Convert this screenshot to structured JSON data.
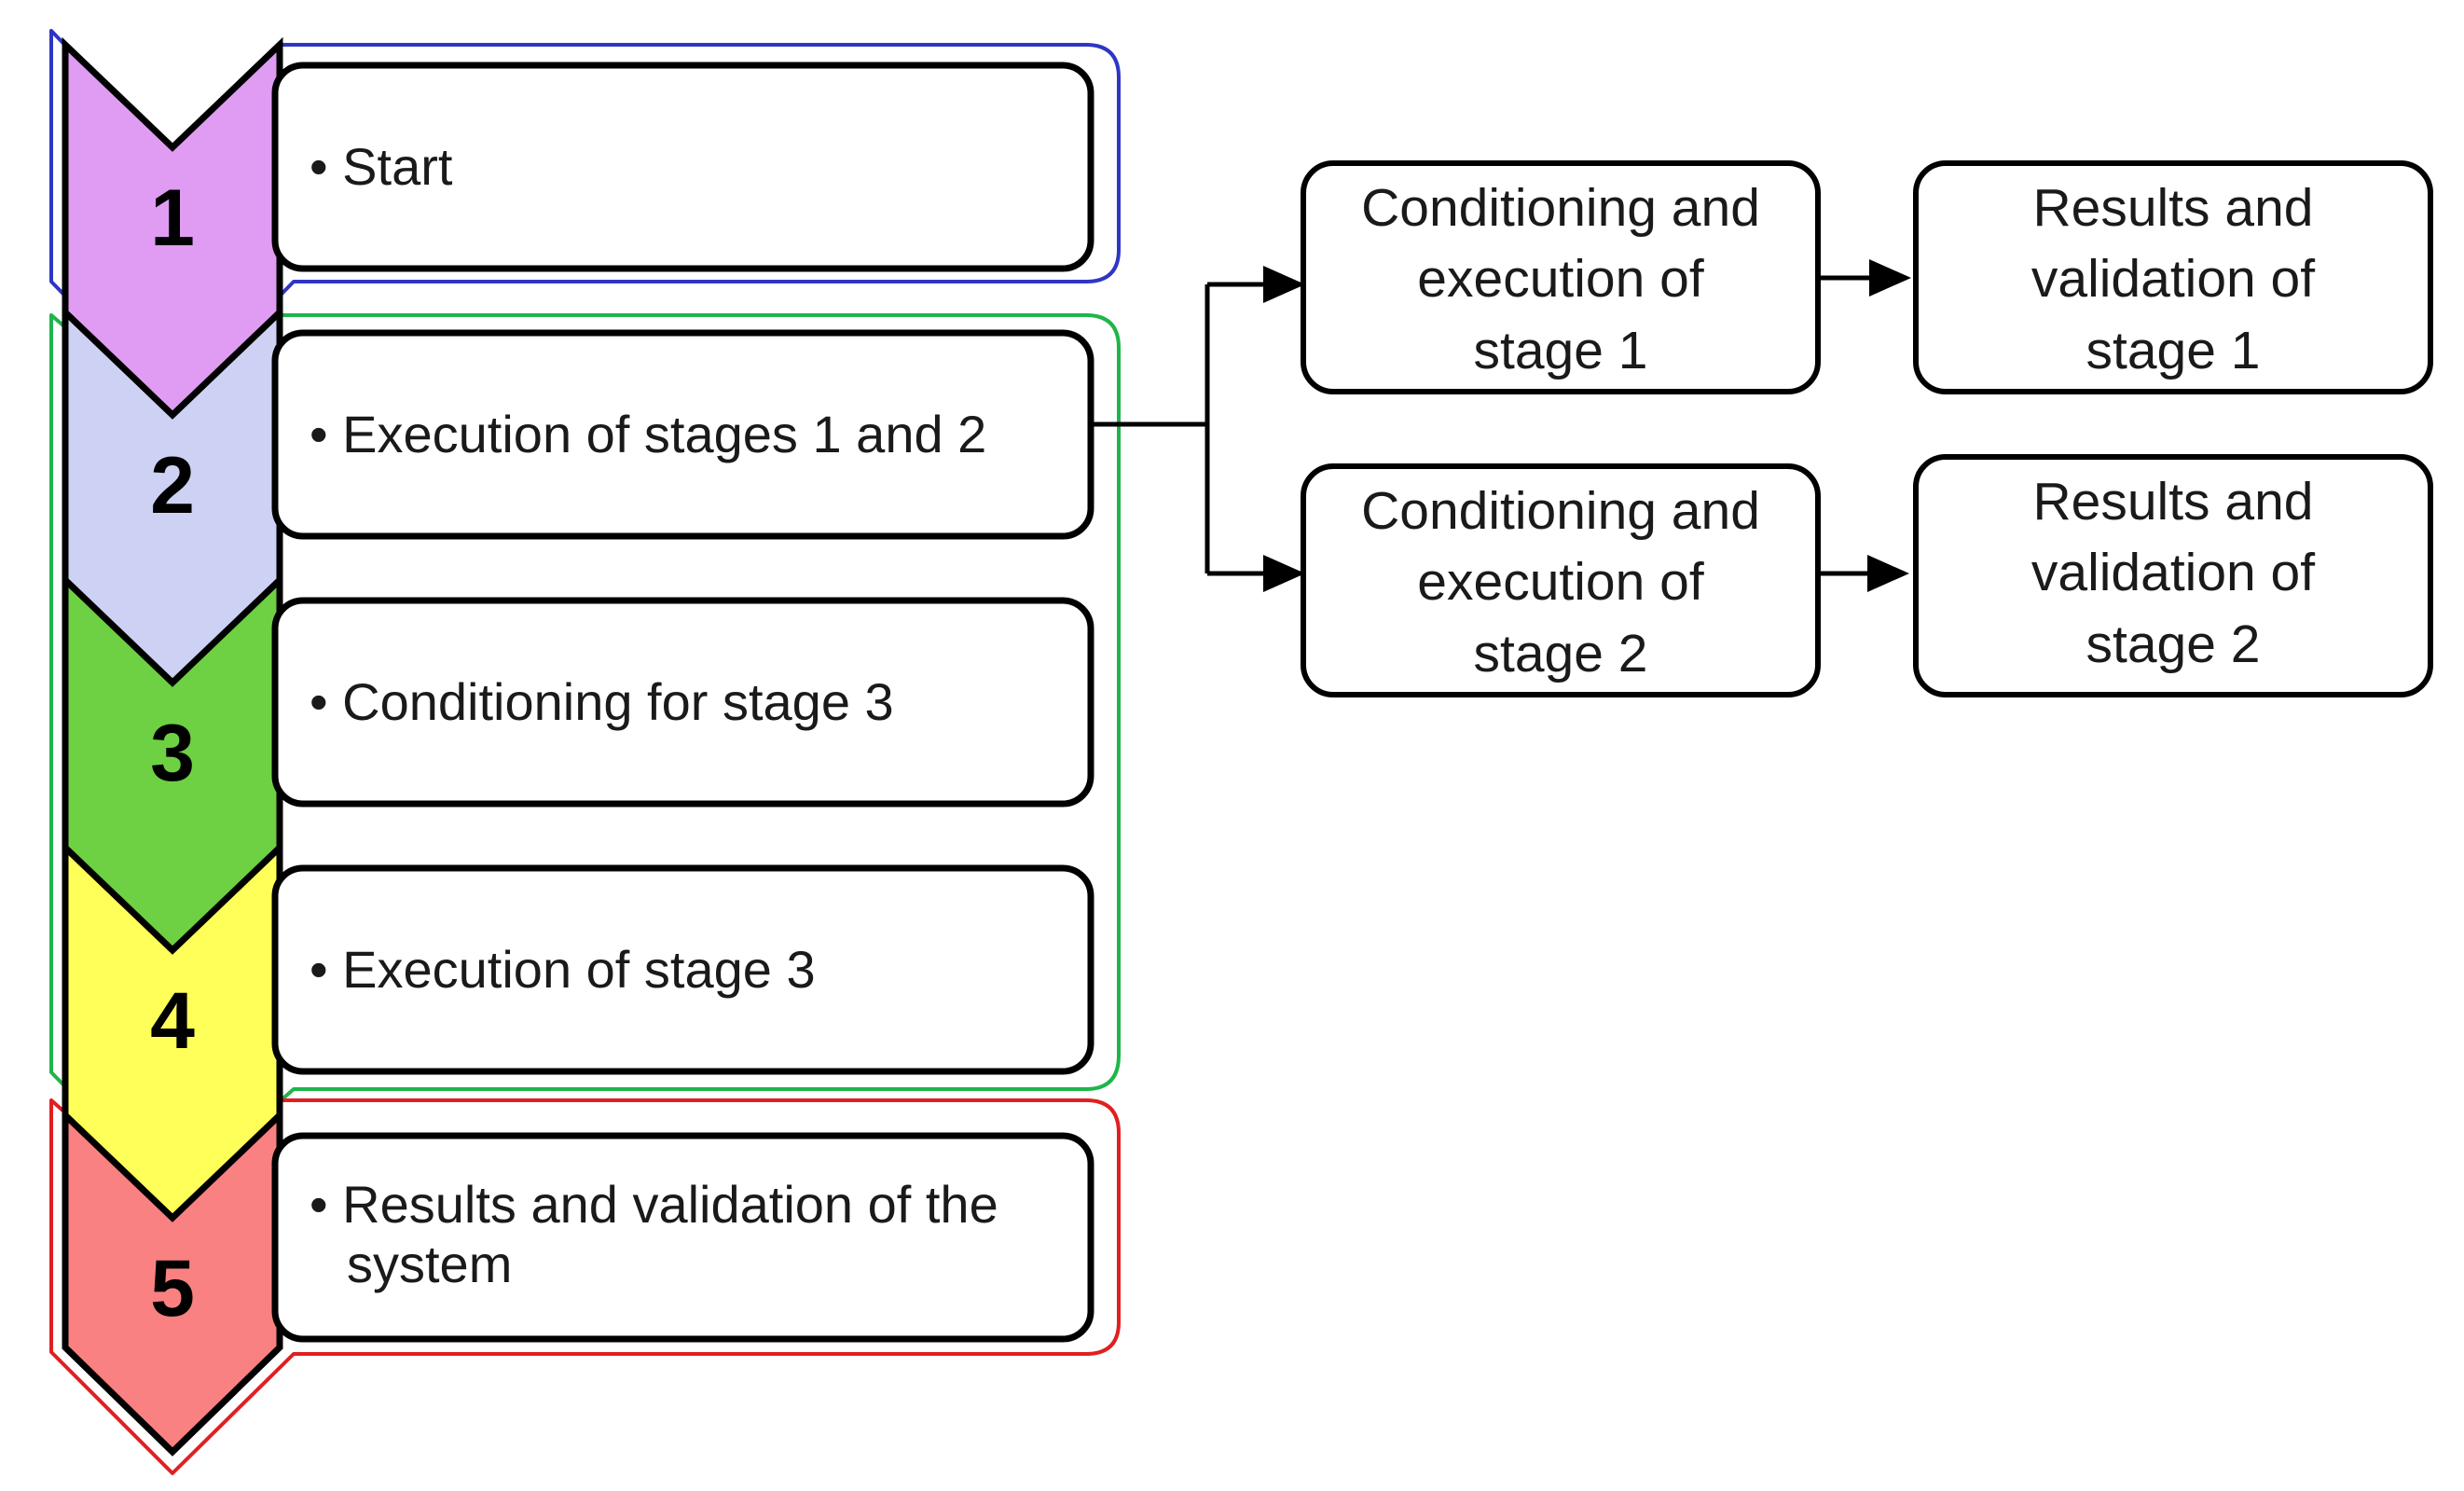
{
  "colors": {
    "group_blue": "#2f36c4",
    "group_green": "#1fb54a",
    "group_red": "#e02020",
    "step1_fill": "#df9cf2",
    "step2_fill": "#cdd2f4",
    "step3_fill": "#6dd143",
    "step4_fill": "#ffff5a",
    "step5_fill": "#f98181",
    "outline": "#000000"
  },
  "steps": [
    {
      "number": "1",
      "text": "• Start",
      "fill": "#df9cf2"
    },
    {
      "number": "2",
      "text": "• Execution of stages 1 and 2",
      "fill": "#cdd2f4"
    },
    {
      "number": "3",
      "text": "• Conditioning for stage 3",
      "fill": "#6dd143"
    },
    {
      "number": "4",
      "text": "• Execution of stage 3",
      "fill": "#ffff5a"
    },
    {
      "number": "5",
      "text": "• Results and validation of the",
      "text2": "system",
      "fill": "#f98181"
    }
  ],
  "flow": {
    "stage1_conditioning": {
      "line1": "Conditioning and",
      "line2": "execution of",
      "line3": "stage 1"
    },
    "stage1_results": {
      "line1": "Results and",
      "line2": "validation of",
      "line3": "stage 1"
    },
    "stage2_conditioning": {
      "line1": "Conditioning and",
      "line2": "execution of",
      "line3": "stage 2"
    },
    "stage2_results": {
      "line1": "Results and",
      "line2": "validation of",
      "line3": "stage 2"
    }
  }
}
